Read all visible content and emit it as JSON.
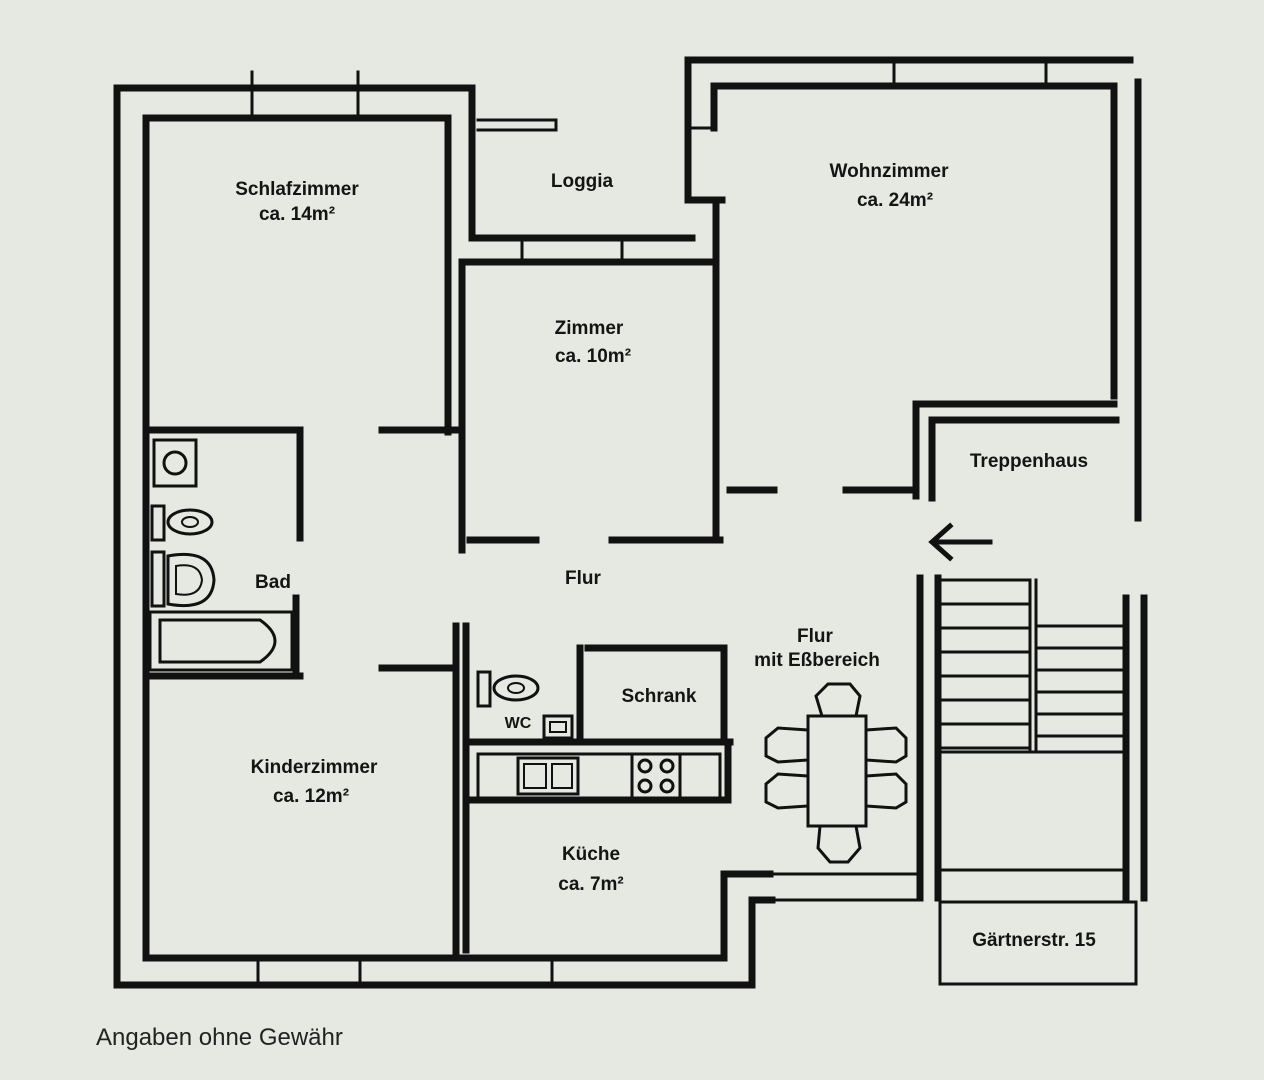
{
  "rooms": {
    "schlafzimmer": {
      "name": "Schlafzimmer",
      "area": "ca. 14m²"
    },
    "loggia": {
      "name": "Loggia"
    },
    "wohnzimmer": {
      "name": "Wohnzimmer",
      "area": "ca. 24m²"
    },
    "zimmer": {
      "name": "Zimmer",
      "area": "ca. 10m²"
    },
    "treppenhaus": {
      "name": "Treppenhaus"
    },
    "bad": {
      "name": "Bad"
    },
    "flur": {
      "name": "Flur"
    },
    "flur_essbereich": {
      "name": "Flur",
      "subtitle": "mit Eßbereich"
    },
    "schrank": {
      "name": "Schrank"
    },
    "wc": {
      "name": "WC"
    },
    "kinderzimmer": {
      "name": "Kinderzimmer",
      "area": "ca. 12m²"
    },
    "kueche": {
      "name": "Küche",
      "area": "ca. 7m²"
    }
  },
  "address": "Gärtnerstr. 15",
  "footnote": "Angaben ohne Gewähr",
  "icons": [
    "entrance-arrow-icon",
    "toilet-icon",
    "washing-machine-icon",
    "sink-icon",
    "bathtub-icon",
    "stove-icon",
    "dining-table-icon",
    "staircase-icon"
  ]
}
